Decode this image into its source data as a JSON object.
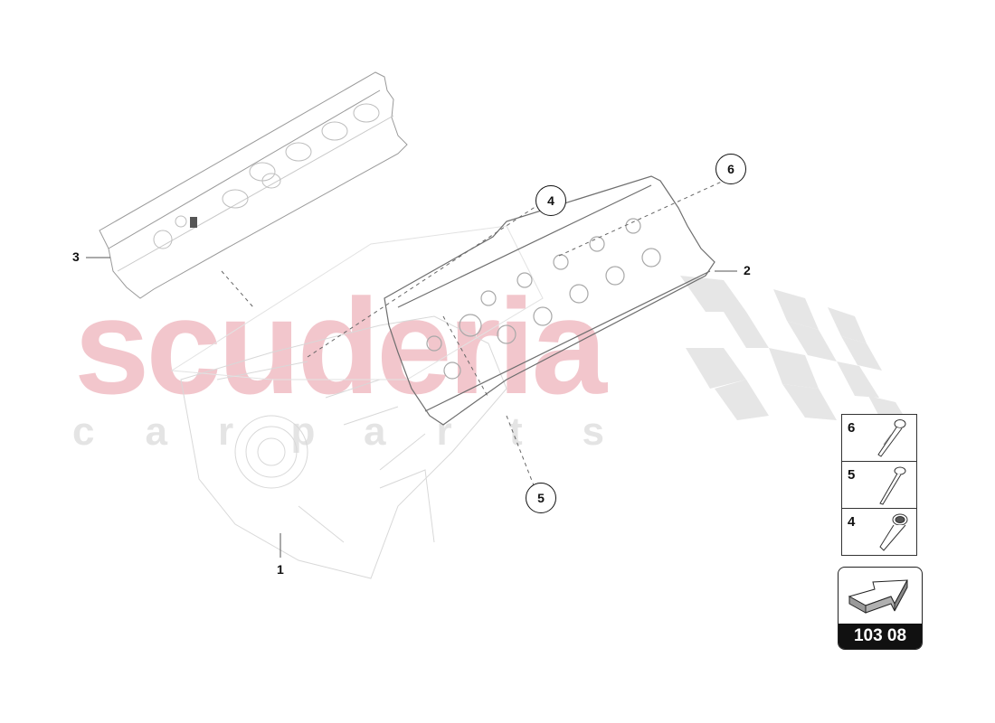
{
  "watermark": {
    "main": "scuderia",
    "sub": [
      "c",
      "a",
      "r",
      "p",
      "a",
      "r",
      "t",
      "s"
    ],
    "main_color": "#f2c6cc",
    "sub_color": "#e4e4e4"
  },
  "callouts": {
    "plain": [
      {
        "id": "1",
        "label": "1"
      },
      {
        "id": "2",
        "label": "2"
      },
      {
        "id": "3",
        "label": "3"
      }
    ],
    "circled": [
      {
        "id": "4",
        "label": "4"
      },
      {
        "id": "5",
        "label": "5"
      },
      {
        "id": "6",
        "label": "6"
      }
    ]
  },
  "legend": {
    "items": [
      {
        "num": "6",
        "icon": "bolt-flanged-icon"
      },
      {
        "num": "5",
        "icon": "bolt-long-icon"
      },
      {
        "num": "4",
        "icon": "valve-guide-icon"
      }
    ]
  },
  "navigation": {
    "icon": "arrow-3d-icon",
    "page_code": "103 08"
  }
}
